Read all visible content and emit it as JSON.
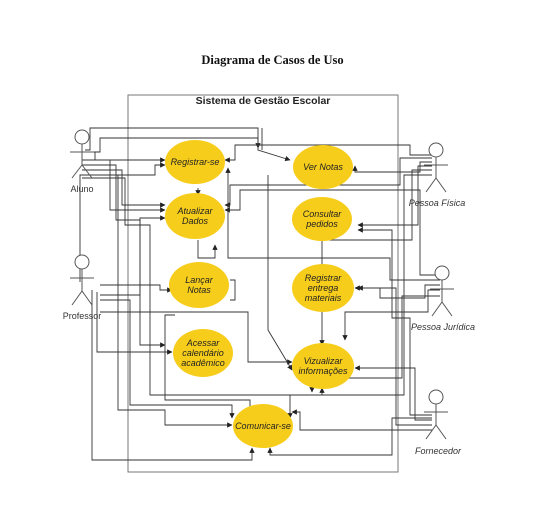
{
  "title": "Diagrama de Casos de Uso",
  "system": {
    "label": "Sistema de Gestão Escolar"
  },
  "actors": [
    {
      "id": "aluno",
      "label": "Aluno"
    },
    {
      "id": "professor",
      "label": "Professor"
    },
    {
      "id": "pessoa_fisica",
      "label": "Pessoa Física"
    },
    {
      "id": "pessoa_juridica",
      "label": "Pessoa Jurídica"
    },
    {
      "id": "fornecedor",
      "label": "Fornecedor"
    }
  ],
  "use_cases": [
    {
      "id": "registrar_se",
      "lines": [
        "Registrar-se"
      ]
    },
    {
      "id": "atualizar_dados",
      "lines": [
        "Atualizar",
        "Dados"
      ]
    },
    {
      "id": "lancar_notas",
      "lines": [
        "Lançar",
        "Notas"
      ]
    },
    {
      "id": "acessar_calendario",
      "lines": [
        "Acessar",
        "calendário",
        "acadêmico"
      ]
    },
    {
      "id": "ver_notas",
      "lines": [
        "Ver Notas"
      ]
    },
    {
      "id": "consultar_pedidos",
      "lines": [
        "Consultar",
        "pedidos"
      ]
    },
    {
      "id": "registrar_entrega",
      "lines": [
        "Registrar",
        "entrega",
        "materiais"
      ]
    },
    {
      "id": "visualizar_info",
      "lines": [
        "Vizualizar",
        "informações"
      ]
    },
    {
      "id": "comunicar_se",
      "lines": [
        "Comunicar-se"
      ]
    }
  ],
  "colors": {
    "use_case_fill": "#F7CD1C",
    "line": "#333333",
    "actor_line": "#555555",
    "system_border": "#777777"
  }
}
